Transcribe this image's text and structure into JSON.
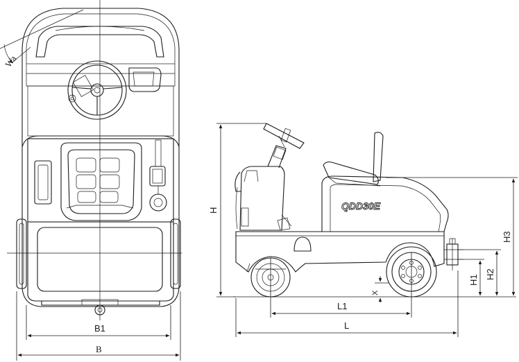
{
  "labels": {
    "wa": "Wa",
    "b1": "B1",
    "b": "B",
    "h": "H",
    "h1": "H1",
    "h2": "H2",
    "h3": "H3",
    "x": "X",
    "l1": "L1",
    "l": "L"
  },
  "vehicle": {
    "model": "QDD30E"
  }
}
